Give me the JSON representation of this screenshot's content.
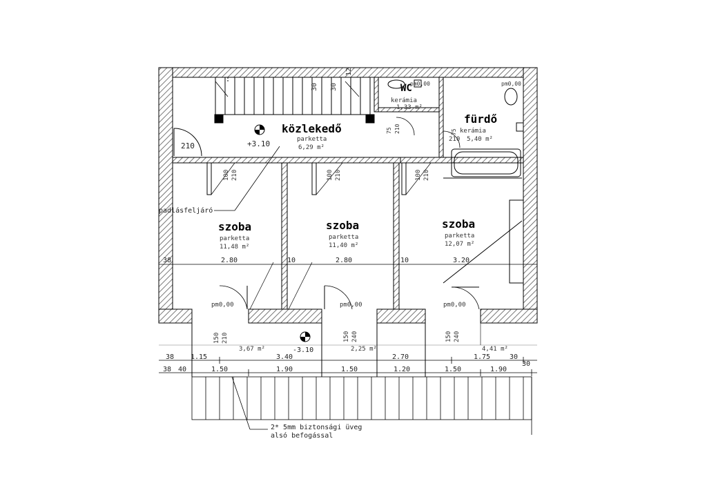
{
  "rooms": {
    "kozlekedo": {
      "name": "közlekedő",
      "floor": "parketta",
      "area": "6,29 m²",
      "level": "+3.10"
    },
    "wc": {
      "name": "WC",
      "floor": "kerámia",
      "area": "1,33 m²",
      "level": "pm0,00"
    },
    "furdo": {
      "name": "fürdő",
      "floor": "kerámia",
      "area": "5,40 m²",
      "level": "pm0,00"
    },
    "szoba1": {
      "name": "szoba",
      "floor": "parketta",
      "area": "11,48 m²",
      "level": "pm0,00"
    },
    "szoba2": {
      "name": "szoba",
      "floor": "parketta",
      "area": "11,40 m²",
      "level": "pm0,00"
    },
    "szoba3": {
      "name": "szoba",
      "floor": "parketta",
      "area": "12,07 m²",
      "level": "pm0,00"
    },
    "balcony1": {
      "area": "3,67 m²"
    },
    "balcony2": {
      "area": "2,25 m²",
      "level": "-3.10"
    },
    "balcony3": {
      "area": "4,41 m²"
    }
  },
  "doors": {
    "entry": {
      "width": "210"
    },
    "room1": {
      "width": "100",
      "height": "210"
    },
    "room2": {
      "width": "100",
      "height": "210"
    },
    "room3": {
      "width": "100",
      "height": "210"
    },
    "bath": {
      "width": "210"
    },
    "wc_w": "75",
    "wc_h": "210",
    "bath_w": "75"
  },
  "windows": {
    "w1": {
      "a": "150",
      "b": "210"
    },
    "w2": {
      "a": "150",
      "b": "240"
    },
    "w3": {
      "a": "150",
      "b": "240"
    }
  },
  "stair_labels": [
    "30",
    "30",
    "12"
  ],
  "annotations": {
    "attic": "padlásfeljáró",
    "glass_line1": "2* 5mm biztonsági üveg",
    "glass_line2": "alsó befogással"
  },
  "dims_row1": [
    "38",
    "2.80",
    "10",
    "2.80",
    "10",
    "3.20"
  ],
  "dims_row2": [
    "38",
    "1.15",
    "3.40",
    "2.70",
    "1.75",
    "30"
  ],
  "dims_row3": [
    "38",
    "40",
    "1.50",
    "1.90",
    "1.50",
    "1.20",
    "1.50",
    "1.90",
    "30"
  ]
}
